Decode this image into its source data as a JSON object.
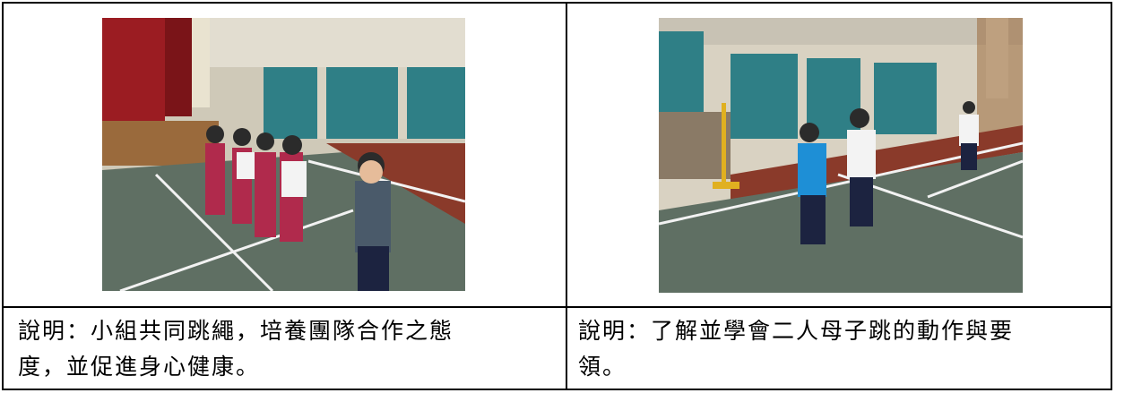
{
  "table": {
    "cells": [
      {
        "caption_line1": "說明：小組共同跳繩，培養團隊合作之態",
        "caption_line2": "度，並促進身心健康。",
        "photo": "children-jumping-rope-gym-photo"
      },
      {
        "caption_line1": "說明：了解並學會二人母子跳的動作與要",
        "caption_line2": "領。",
        "photo": "two-students-jumping-rope-gym-photo"
      }
    ]
  },
  "colors": {
    "floor": "#5f6f63",
    "curtain": "#2f7f86",
    "wall": "#d9d2c2",
    "stage_red": "#9b1c22"
  }
}
